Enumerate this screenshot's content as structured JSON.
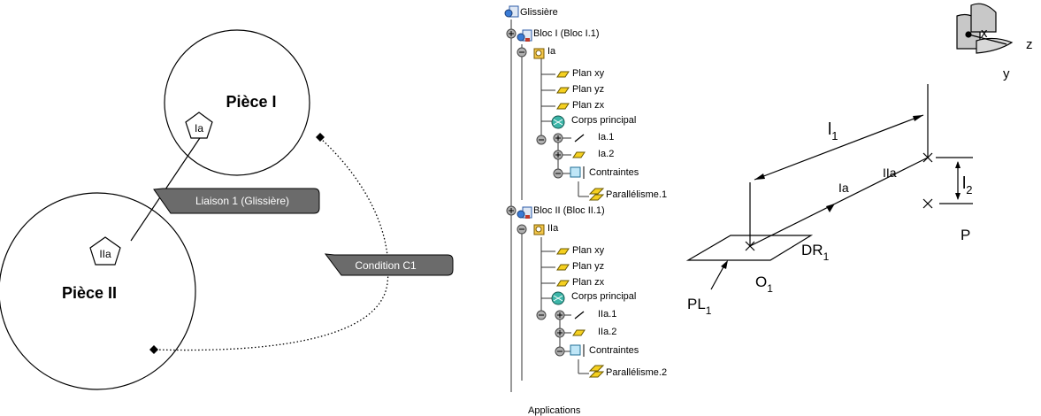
{
  "left": {
    "piece1": "Pièce I",
    "piece2": "Pièce II",
    "pent1": "Ia",
    "pent2": "IIa",
    "tag1": "Liaison 1 (Glissière)",
    "tag2": "Condition C1"
  },
  "tree": {
    "root": "Glissière",
    "bloc1": "Bloc I (Bloc I.1)",
    "part1": "Ia",
    "plane_xy": "Plan xy",
    "plane_yz": "Plan yz",
    "plane_zx": "Plan zx",
    "body1": "Corps principal",
    "elem_1a": "Ia.1",
    "elem_1b": "Ia.2",
    "constraints1": "Contraintes",
    "parallel1": "Parallélisme.1",
    "bloc2": "Bloc II (Bloc II.1)",
    "part2": "IIa",
    "plane_xy_2": "Plan xy",
    "plane_yz_2": "Plan yz",
    "plane_zx_2": "Plan zx",
    "body2": "Corps principal",
    "elem_2a": "IIa.1",
    "elem_2b": "IIa.2",
    "constraints2": "Contraintes",
    "parallel2": "Parallélisme.2",
    "applications": "Applications"
  },
  "sketch": {
    "axis_x": "x",
    "axis_y": "y",
    "axis_z": "z",
    "l1": "l",
    "l1_sub": "1",
    "l2": "l",
    "l2_sub": "2",
    "ia": "Ia",
    "iia": "IIa",
    "dr": "DR",
    "dr_sub": "1",
    "o": "O",
    "o_sub": "1",
    "pl": "PL",
    "pl_sub": "1",
    "p": "P"
  }
}
